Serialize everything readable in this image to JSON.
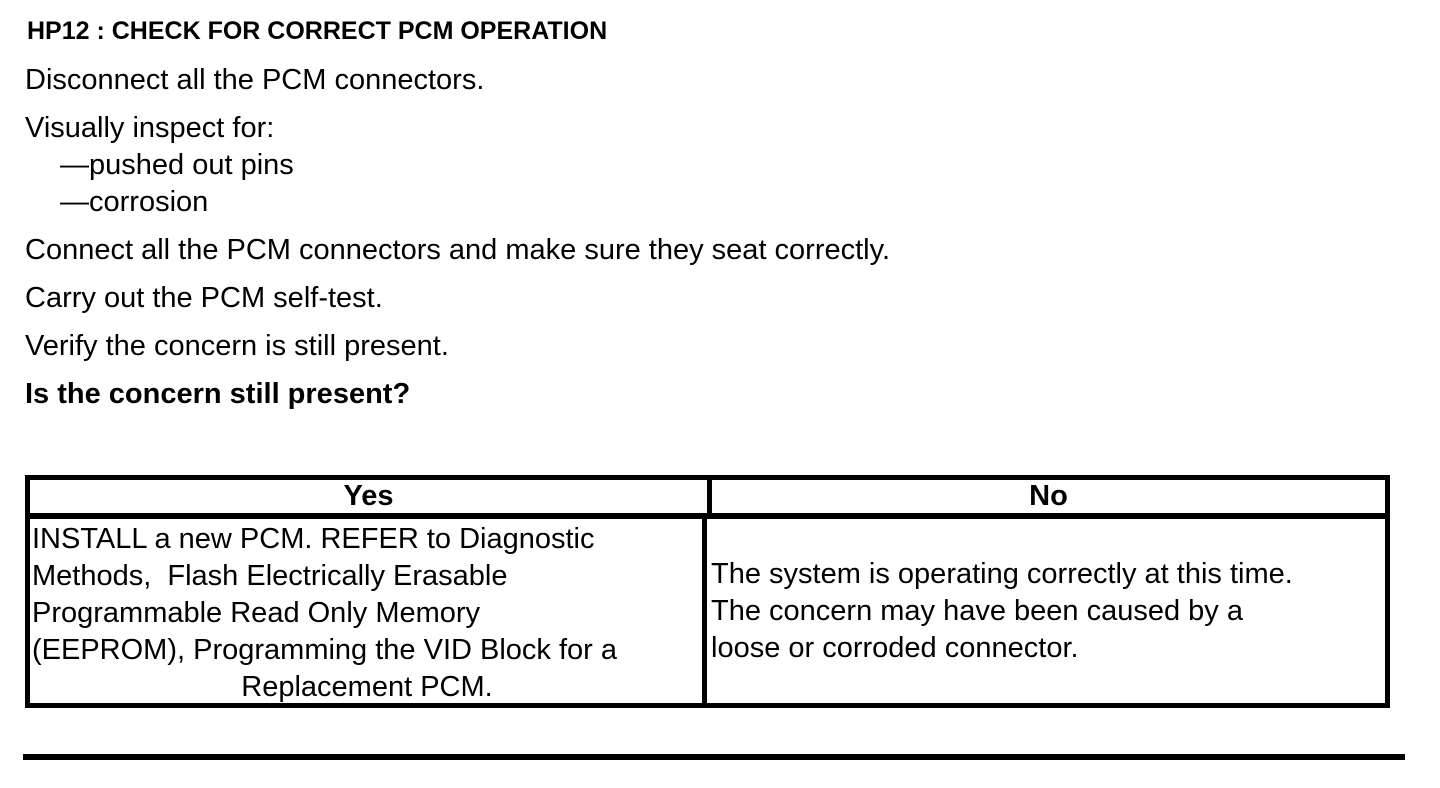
{
  "page": {
    "background": "#ffffff",
    "text_color": "#000000"
  },
  "title": "HP12 : CHECK FOR CORRECT PCM OPERATION",
  "procedure": {
    "paragraphs": [
      {
        "text": "Disconnect all the PCM connectors.",
        "style": "normal"
      },
      {
        "text": "Visually inspect for:",
        "style": "normal"
      },
      {
        "text": "—pushed out pins",
        "style": "indent"
      },
      {
        "text": "—corrosion",
        "style": "indent"
      },
      {
        "text": "Connect all the PCM connectors and make sure they seat correctly.",
        "style": "normal"
      },
      {
        "text": "Carry out the PCM self-test.",
        "style": "normal"
      },
      {
        "text": "Verify the concern is still present.",
        "style": "normal"
      },
      {
        "text": "Is the concern still present?",
        "style": "bold"
      }
    ]
  },
  "decision_table": {
    "columns": [
      {
        "header": "Yes",
        "lines": [
          {
            "text": "INSTALL a new PCM. REFER to Diagnostic",
            "align": "left"
          },
          {
            "text": "Methods,  Flash Electrically Erasable",
            "align": "left"
          },
          {
            "text": "Programmable Read Only Memory",
            "align": "left"
          },
          {
            "text": "(EEPROM), Programming the VID Block for a",
            "align": "left"
          },
          {
            "text": "Replacement PCM.",
            "align": "center"
          }
        ]
      },
      {
        "header": "No",
        "lines": [
          {
            "text": "The system is operating correctly at this time.",
            "align": "left"
          },
          {
            "text": "The concern may have been caused by a",
            "align": "left"
          },
          {
            "text": "loose or corroded connector.",
            "align": "left"
          }
        ]
      }
    ]
  }
}
